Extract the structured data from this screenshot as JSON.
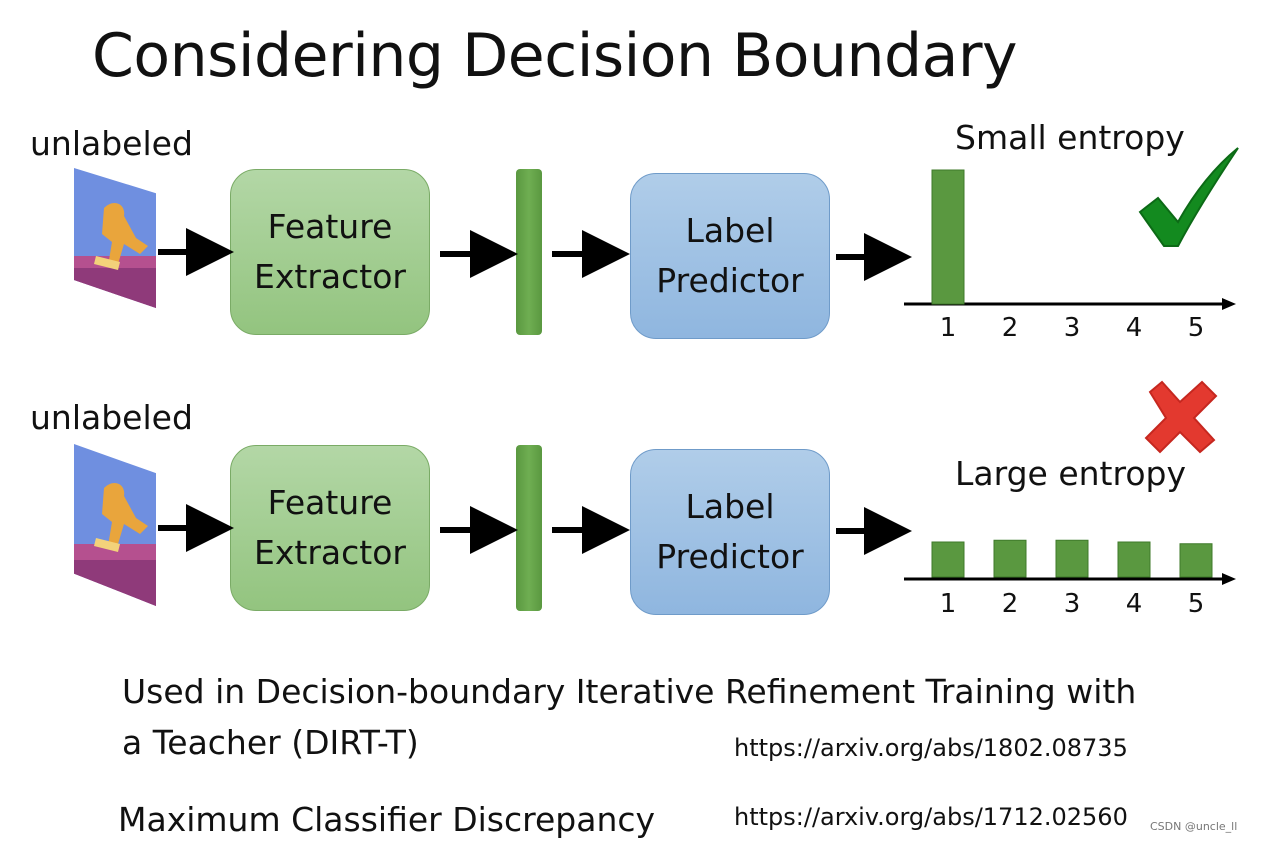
{
  "slide": {
    "title": "Considering Decision Boundary"
  },
  "pipelines": [
    {
      "input_label": "unlabeled",
      "extractor_label": [
        "Feature",
        "Extractor"
      ],
      "predictor_label": [
        "Label",
        "Predictor"
      ],
      "entropy_heading": "Small entropy",
      "verdict_icon": "check-icon",
      "verdict_color": "#138a1f"
    },
    {
      "input_label": "unlabeled",
      "extractor_label": [
        "Feature",
        "Extractor"
      ],
      "predictor_label": [
        "Label",
        "Predictor"
      ],
      "entropy_heading": "Large entropy",
      "verdict_icon": "cross-icon",
      "verdict_color": "#e3392f"
    }
  ],
  "chart_data": [
    {
      "type": "bar",
      "categories": [
        "1",
        "2",
        "3",
        "4",
        "5"
      ],
      "values": [
        1.0,
        0,
        0,
        0,
        0
      ],
      "title": "Small entropy",
      "ylim": [
        0,
        1
      ],
      "color": "#5a9840"
    },
    {
      "type": "bar",
      "categories": [
        "1",
        "2",
        "3",
        "4",
        "5"
      ],
      "values": [
        0.2,
        0.21,
        0.21,
        0.2,
        0.19
      ],
      "title": "Large entropy",
      "ylim": [
        0,
        1
      ],
      "color": "#5a9840"
    }
  ],
  "captions": {
    "dirt_line1": "Used in Decision-boundary Iterative Refinement Training with",
    "dirt_line2": "a Teacher (DIRT-T)",
    "dirt_url": "https://arxiv.org/abs/1802.08735",
    "mcd_label": "Maximum Classifier Discrepancy",
    "mcd_url": "https://arxiv.org/abs/1712.02560"
  },
  "watermark": "CSDN @uncle_ll",
  "colors": {
    "feature_box": "#a5cf95",
    "predictor_box": "#a2c4e6",
    "feature_bar": "#5f9d44",
    "arrow": "#000000"
  }
}
